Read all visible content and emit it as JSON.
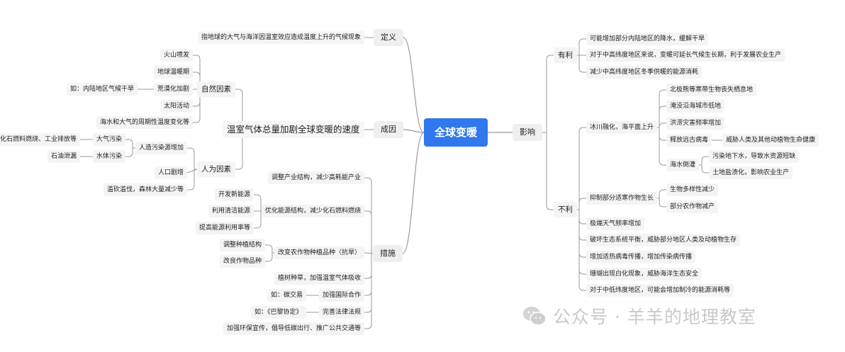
{
  "root": "全球变暖",
  "left_branches": [
    {
      "label": "定义",
      "children": [
        {
          "label": "指地球的大气与海洋因温室效应造成温度上升的气候现象"
        }
      ]
    },
    {
      "label": "成因",
      "children": [
        {
          "label": "温室气体总量加剧全球变暖的速度",
          "children": [
            {
              "label": "自然因素",
              "children": [
                {
                  "label": "火山喷发"
                },
                {
                  "label": "地球温暖期"
                },
                {
                  "label": "荒漠化加剧",
                  "children": [
                    {
                      "label": "如：内陆地区气候干旱"
                    }
                  ]
                },
                {
                  "label": "太阳活动"
                },
                {
                  "label": "海水和大气的周期性温度变化等"
                }
              ]
            },
            {
              "label": "人为因素",
              "children": [
                {
                  "label": "人造污染源增加",
                  "children": [
                    {
                      "label": "大气污染",
                      "children": [
                        {
                          "label": "化石燃料燃烧、工业排放等"
                        }
                      ]
                    },
                    {
                      "label": "水体污染",
                      "children": [
                        {
                          "label": "石油泄漏"
                        }
                      ]
                    }
                  ]
                },
                {
                  "label": "人口剧增"
                },
                {
                  "label": "滥砍滥伐，森林大量减少等"
                }
              ]
            }
          ]
        }
      ]
    },
    {
      "label": "措施",
      "children": [
        {
          "label": "调整产业结构，减少高耗能产业"
        },
        {
          "label": "优化能源结构，减少化石燃料燃烧",
          "children": [
            {
              "label": "开发新能源"
            },
            {
              "label": "利用清洁能源"
            },
            {
              "label": "提高能源利用率等"
            }
          ]
        },
        {
          "label": "改变农作物种植品种（抗旱）",
          "children": [
            {
              "label": "调整种植结构"
            },
            {
              "label": "改良作物品种"
            }
          ]
        },
        {
          "label": "植树种草，加强温室气体吸收"
        },
        {
          "label": "加强国际合作",
          "children": [
            {
              "label": "如：碳交易"
            }
          ]
        },
        {
          "label": "完善法律法规",
          "children": [
            {
              "label": "如：《巴黎协定》"
            }
          ]
        },
        {
          "label": "加强环保宣传，倡导低碳出行、推广公共交通等"
        }
      ]
    }
  ],
  "right_branches": [
    {
      "label": "影响",
      "children": [
        {
          "label": "有利",
          "children": [
            {
              "label": "可能增加部分内陆地区的降水，缓解干旱"
            },
            {
              "label": "对于中高纬度地区来说，变暖可延长气候生长期，利于发展农业生产"
            },
            {
              "label": "减少中高纬度地区冬季供暖的能源消耗"
            }
          ]
        },
        {
          "label": "不利",
          "children": [
            {
              "label": "冰川融化，海平面上升",
              "children": [
                {
                  "label": "北极熊等寒带生物丧失栖息地"
                },
                {
                  "label": "淹没沿海城市低地"
                },
                {
                  "label": "洪涝灾害频率增加"
                },
                {
                  "label": "释放远古病毒",
                  "children": [
                    {
                      "label": "威胁人类及其他动植物生命健康"
                    }
                  ]
                },
                {
                  "label": "海水倒灌",
                  "children": [
                    {
                      "label": "污染地下水，导致水资源短缺"
                    },
                    {
                      "label": "土地盐渍化，影响农业生产"
                    }
                  ]
                }
              ]
            },
            {
              "label": "抑制部分适寒作物生长",
              "children": [
                {
                  "label": "生物多样性减少"
                },
                {
                  "label": "部分农作物减产"
                }
              ]
            },
            {
              "label": "极端天气频率增加"
            },
            {
              "label": "破坏生态系统平衡，威胁部分地区人类及动植物生存"
            },
            {
              "label": "增加适热病毒传播，增加传染病传播"
            },
            {
              "label": "珊瑚出现白化现象，威胁海洋生态安全"
            },
            {
              "label": "对于中低纬度地区，可能会增加制冷的能源消耗等"
            }
          ]
        }
      ]
    }
  ],
  "watermark": "公众号 · 羊羊的地理教室",
  "colors": {
    "root": "#2f78ee",
    "node_bg": "#f4f4f4",
    "line": "#9a9a9a",
    "watermark": "#c9c9c9"
  }
}
